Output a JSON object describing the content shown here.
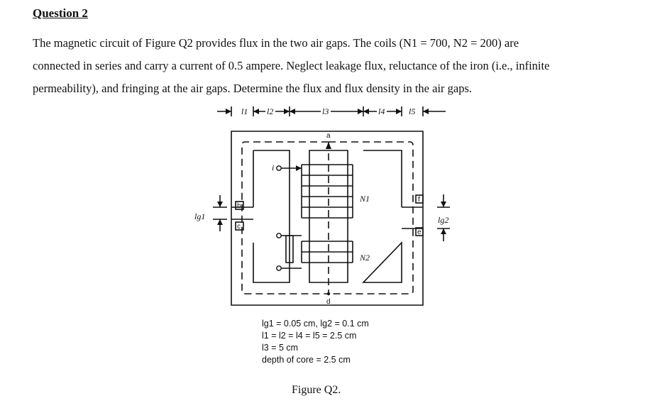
{
  "question": {
    "title": "Question 2",
    "lines": [
      "The magnetic circuit of Figure Q2 provides flux in the two air gaps. The coils (N1 = 700, N2 = 200) are",
      "connected in series and carry a current of 0.5 ampere. Neglect leakage flux, reluctance of the iron (i.e., infinite",
      "permeability), and fringing at the air gaps. Determine the flux and flux density in the air gaps."
    ]
  },
  "figure": {
    "dim_labels": [
      "l1",
      "l2",
      "l3",
      "l4",
      "l5"
    ],
    "point_labels": [
      "a",
      "b",
      "c",
      "d",
      "e",
      "f"
    ],
    "current_label": "i",
    "coil1_label": "N1",
    "coil2_label": "N2",
    "gap1_label": "lg1",
    "gap2_label": "lg2",
    "specs": [
      "lg1 = 0.05 cm, lg2 = 0.1 cm",
      "l1 = l2 = l4 = l5 = 2.5 cm",
      "l3 = 5 cm",
      "depth of core = 2.5 cm"
    ],
    "caption": "Figure Q2."
  }
}
